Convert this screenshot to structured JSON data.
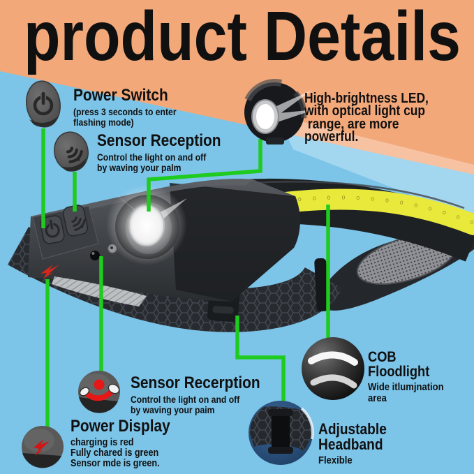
{
  "title": "product Details",
  "colors": {
    "background_blue": "#7CC4E8",
    "banner_salmon": "#F3A87A",
    "callout_green": "#1ECB1E",
    "cob_yellow": "#E9E93C",
    "logo_red": "#D5281B",
    "text_black": "#101010"
  },
  "callouts": {
    "power_switch": {
      "icon": "power-icon",
      "title": "Power Switch",
      "desc": "(press 3 seconds to enter\nflashing mode)"
    },
    "sensor_reception": {
      "icon": "sensor-wave-icon",
      "title": "Sensor Reception",
      "desc": "Control the light on and off\nby waving your palm"
    },
    "led": {
      "icon": "led-spotlight-icon",
      "title": "High-brightness LED,\nwith optical light cup\n range, are more powerful."
    },
    "cob": {
      "icon": "cob-floodlight-icon",
      "title": "COB Floodlight",
      "desc": "Wide itlumjnation area"
    },
    "sensor_recerption": {
      "icon": "hand-wave-sensor-icon",
      "title": "Sensor Recerption",
      "desc": "Control the light on and off\nby waving your paim"
    },
    "power_display": {
      "icon": "battery-bolt-icon",
      "title": "Power Display",
      "desc": "charging is red\nFully chared is green\nSensor mde is green."
    },
    "adjustable_headband": {
      "icon": "headband-buckle-inset",
      "title": "Adjustable Headband",
      "desc": "Flexible"
    }
  }
}
